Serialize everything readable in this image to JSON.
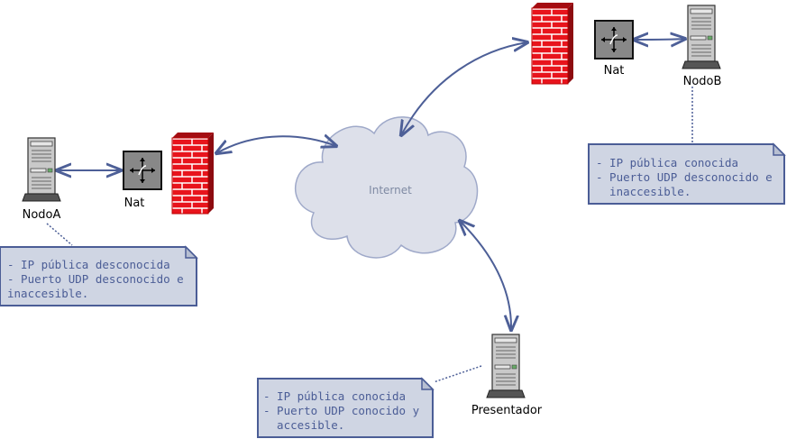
{
  "cloud": {
    "label": "Internet"
  },
  "nodes": {
    "nodoA": {
      "label": "NodoA"
    },
    "nodoB": {
      "label": "NodoB"
    },
    "presentador": {
      "label": "Presentador"
    },
    "natA": {
      "label": "Nat"
    },
    "natB": {
      "label": "Nat"
    }
  },
  "notes": {
    "nodoB": [
      "- IP pública conocida",
      "- Puerto UDP desconocido e",
      "  inaccesible."
    ],
    "nodoA": [
      "- IP pública desconocida",
      "- Puerto UDP desconocido e",
      "inaccesible."
    ],
    "presentador": [
      "- IP pública conocida",
      "- Puerto UDP conocido y",
      "  accesible."
    ]
  },
  "colors": {
    "firewall": "#e8141c",
    "link": "#4d5f97",
    "note_fill": "#cfd5e3",
    "cloud_fill": "#dde0ea"
  }
}
